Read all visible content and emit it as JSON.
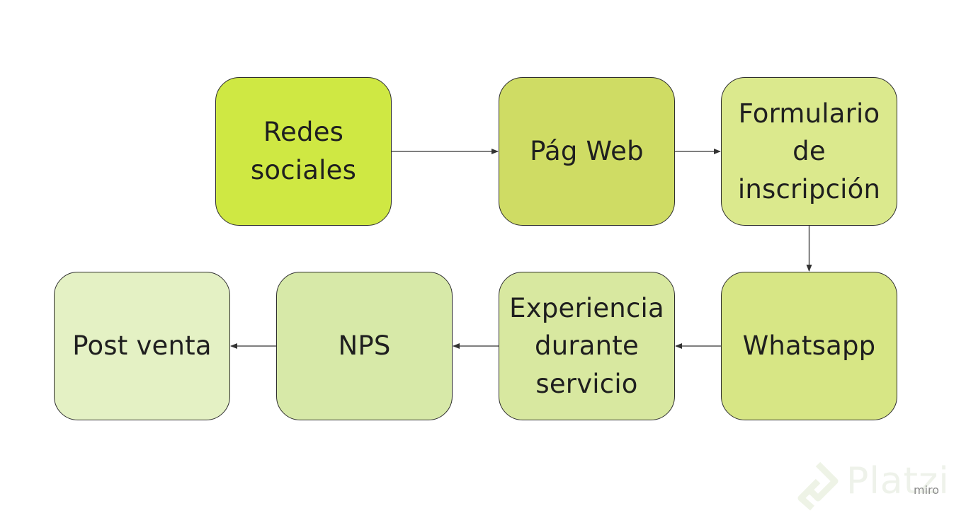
{
  "diagram": {
    "nodes": [
      {
        "id": "redes-sociales",
        "label": "Redes sociales",
        "lines": [
          "Redes",
          "sociales"
        ],
        "color": "#cfe843"
      },
      {
        "id": "pag-web",
        "label": "Pág Web",
        "lines": [
          "Pág Web"
        ],
        "color": "#cfdc64"
      },
      {
        "id": "formulario",
        "label": "Formulario de inscripción",
        "lines": [
          "Formulario",
          "de",
          "inscripción"
        ],
        "color": "#dbe98d"
      },
      {
        "id": "whatsapp",
        "label": "Whatsapp",
        "lines": [
          "Whatsapp"
        ],
        "color": "#d7e685"
      },
      {
        "id": "experiencia",
        "label": "Experiencia durante servicio",
        "lines": [
          "Experiencia",
          "durante",
          "servicio"
        ],
        "color": "#d8e8a0"
      },
      {
        "id": "nps",
        "label": "NPS",
        "lines": [
          "NPS"
        ],
        "color": "#d7e9a8"
      },
      {
        "id": "post-venta",
        "label": "Post venta",
        "lines": [
          "Post venta"
        ],
        "color": "#e4f1c4"
      }
    ],
    "edges": [
      {
        "from": "redes-sociales",
        "to": "pag-web"
      },
      {
        "from": "pag-web",
        "to": "formulario"
      },
      {
        "from": "formulario",
        "to": "whatsapp"
      },
      {
        "from": "whatsapp",
        "to": "experiencia"
      },
      {
        "from": "experiencia",
        "to": "nps"
      },
      {
        "from": "nps",
        "to": "post-venta"
      }
    ],
    "edge_color": "#333333"
  },
  "watermark": {
    "brand": "Platzi",
    "tool": "miro"
  }
}
